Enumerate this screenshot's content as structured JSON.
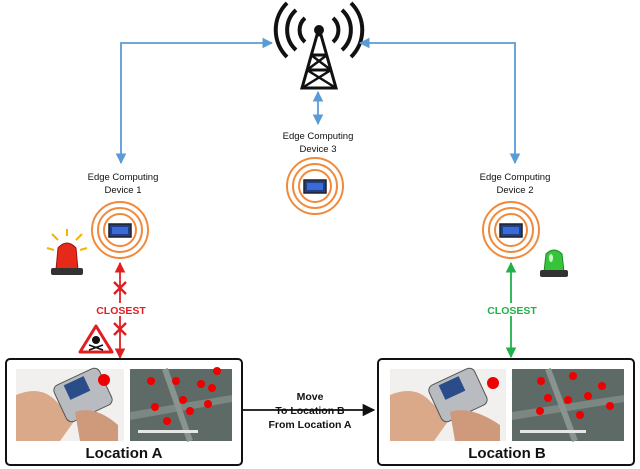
{
  "devices": [
    {
      "line1": "Edge Computing",
      "line2": "Device 1"
    },
    {
      "line1": "Edge Computing",
      "line2": "Device 3"
    },
    {
      "line1": "Edge Computing",
      "line2": "Device 2"
    }
  ],
  "closest_a": "CLOSEST",
  "closest_b": "CLOSEST",
  "move": {
    "line1": "Move",
    "line2": "To Location B",
    "line3": "From Location A"
  },
  "locations": {
    "a": "Location A",
    "b": "Location B"
  },
  "icons": {
    "tower": "cell-tower-icon",
    "alarm_red": "red-alarm-beacon-icon",
    "alarm_green": "green-beacon-icon",
    "danger": "skull-warning-icon"
  },
  "colors": {
    "link": "#5b9bd5",
    "ring": "#f08a3c",
    "red": "#e02020",
    "green": "#22b04a"
  }
}
